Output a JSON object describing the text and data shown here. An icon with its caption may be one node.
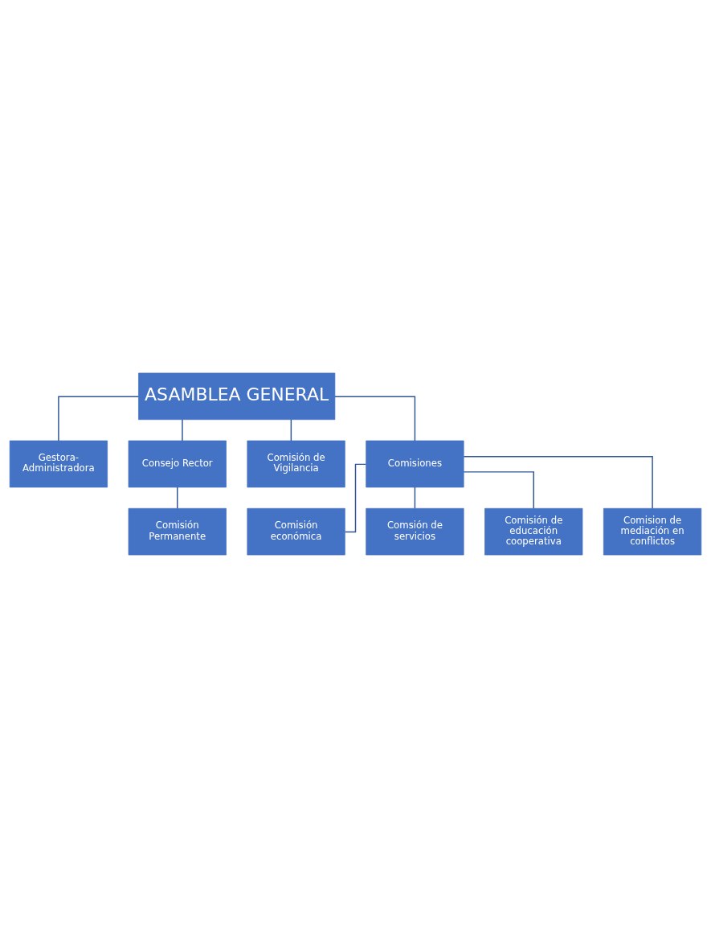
{
  "diagram": {
    "nodes": [
      {
        "text": [
          "ASAMBLEA GENERAL"
        ]
      },
      {
        "text": [
          "Gestora-Administradora"
        ]
      },
      {
        "text": [
          "Consejo Rector"
        ]
      },
      {
        "text": [
          "Comisión de Vigilancia"
        ]
      },
      {
        "text": [
          "Comisiones"
        ]
      },
      {
        "text": [
          "Comisión Permanente"
        ]
      },
      {
        "text": [
          "Comisión económica"
        ]
      },
      {
        "text": [
          "Comsión de servicios"
        ]
      },
      {
        "text": [
          "Comisión de educación cooperativa"
        ]
      },
      {
        "text": [
          "Comision de mediación en conflictos"
        ]
      }
    ],
    "edges": [
      {
        "from": 0,
        "to": 1,
        "arrow": "none"
      },
      {
        "from": 0,
        "to": 2,
        "arrow": "none"
      },
      {
        "from": 0,
        "to": 3,
        "arrow": "none"
      },
      {
        "from": 0,
        "to": 4,
        "arrow": "none"
      },
      {
        "from": 2,
        "to": 5,
        "arrow": "none"
      },
      {
        "from": 4,
        "to": 6,
        "arrow": "none"
      },
      {
        "from": 4,
        "to": 7,
        "arrow": "none"
      },
      {
        "from": 4,
        "to": 8,
        "arrow": "none"
      },
      {
        "from": 4,
        "to": 9,
        "arrow": "none"
      }
    ]
  }
}
